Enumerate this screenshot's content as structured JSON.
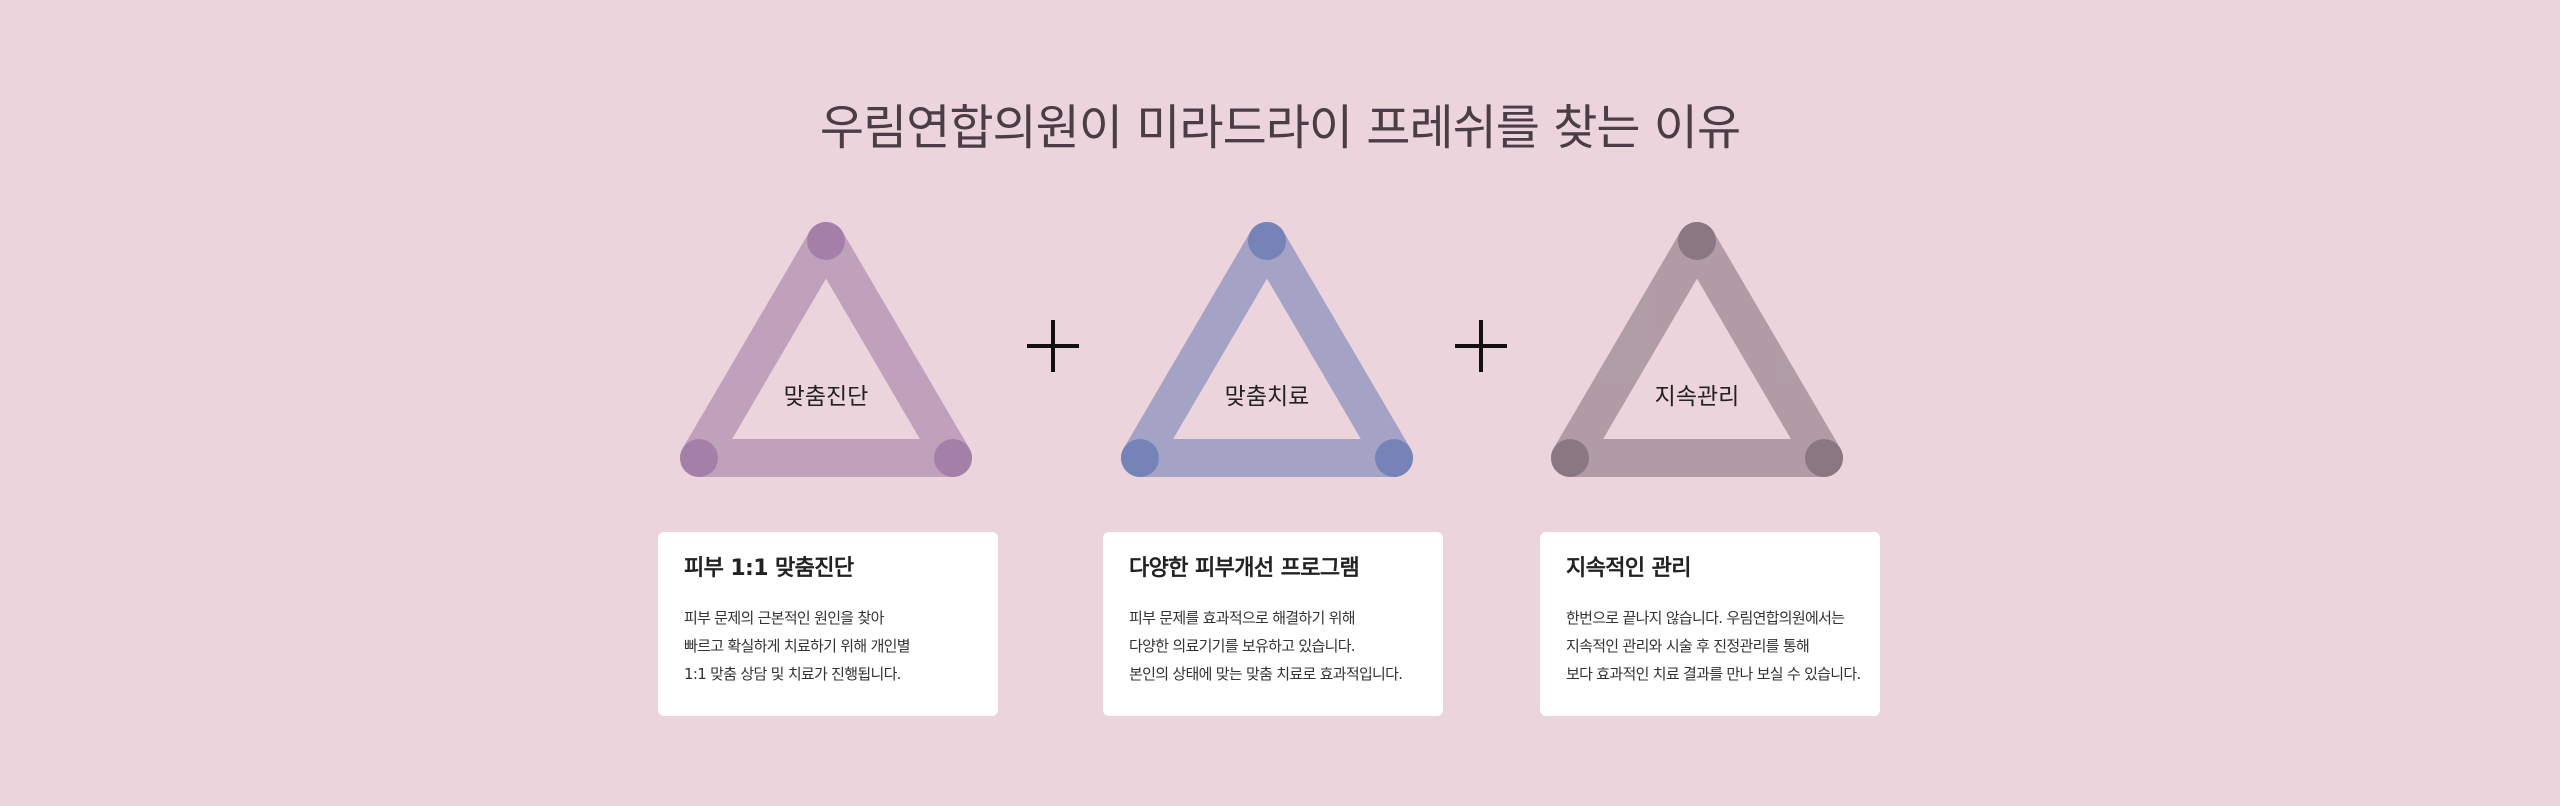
{
  "headline": "우림연합의원이 미라드라이 프레쉬를 찾는 이유",
  "pillars": [
    {
      "label": "맞춤진단",
      "color": "#8c6496"
    },
    {
      "label": "맞춤치료",
      "color": "#4f6aaa"
    },
    {
      "label": "지속관리",
      "color": "#6b5a64"
    }
  ],
  "plus_icon": "plus-icon",
  "cards": [
    {
      "title": "피부 1:1 맞춤진단",
      "lines": [
        "피부 문제의 근본적인 원인을 찾아",
        "빠르고 확실하게 치료하기 위해 개인별",
        "1:1 맞춤 상담 및 치료가 진행됩니다."
      ]
    },
    {
      "title": "다양한 피부개선 프로그램",
      "lines": [
        "피부 문제를 효과적으로 해결하기 위해",
        "다양한 의료기기를 보유하고 있습니다.",
        "본인의 상태에 맞는 맞춤 치료로 효과적입니다."
      ]
    },
    {
      "title": "지속적인 관리",
      "lines": [
        "한번으로 끝나지 않습니다. 우림연합의원에서는",
        "지속적인 관리와 시술 후 진정관리를 통해",
        "보다 효과적인 치료 결과를 만나 보실 수 있습니다."
      ]
    }
  ]
}
